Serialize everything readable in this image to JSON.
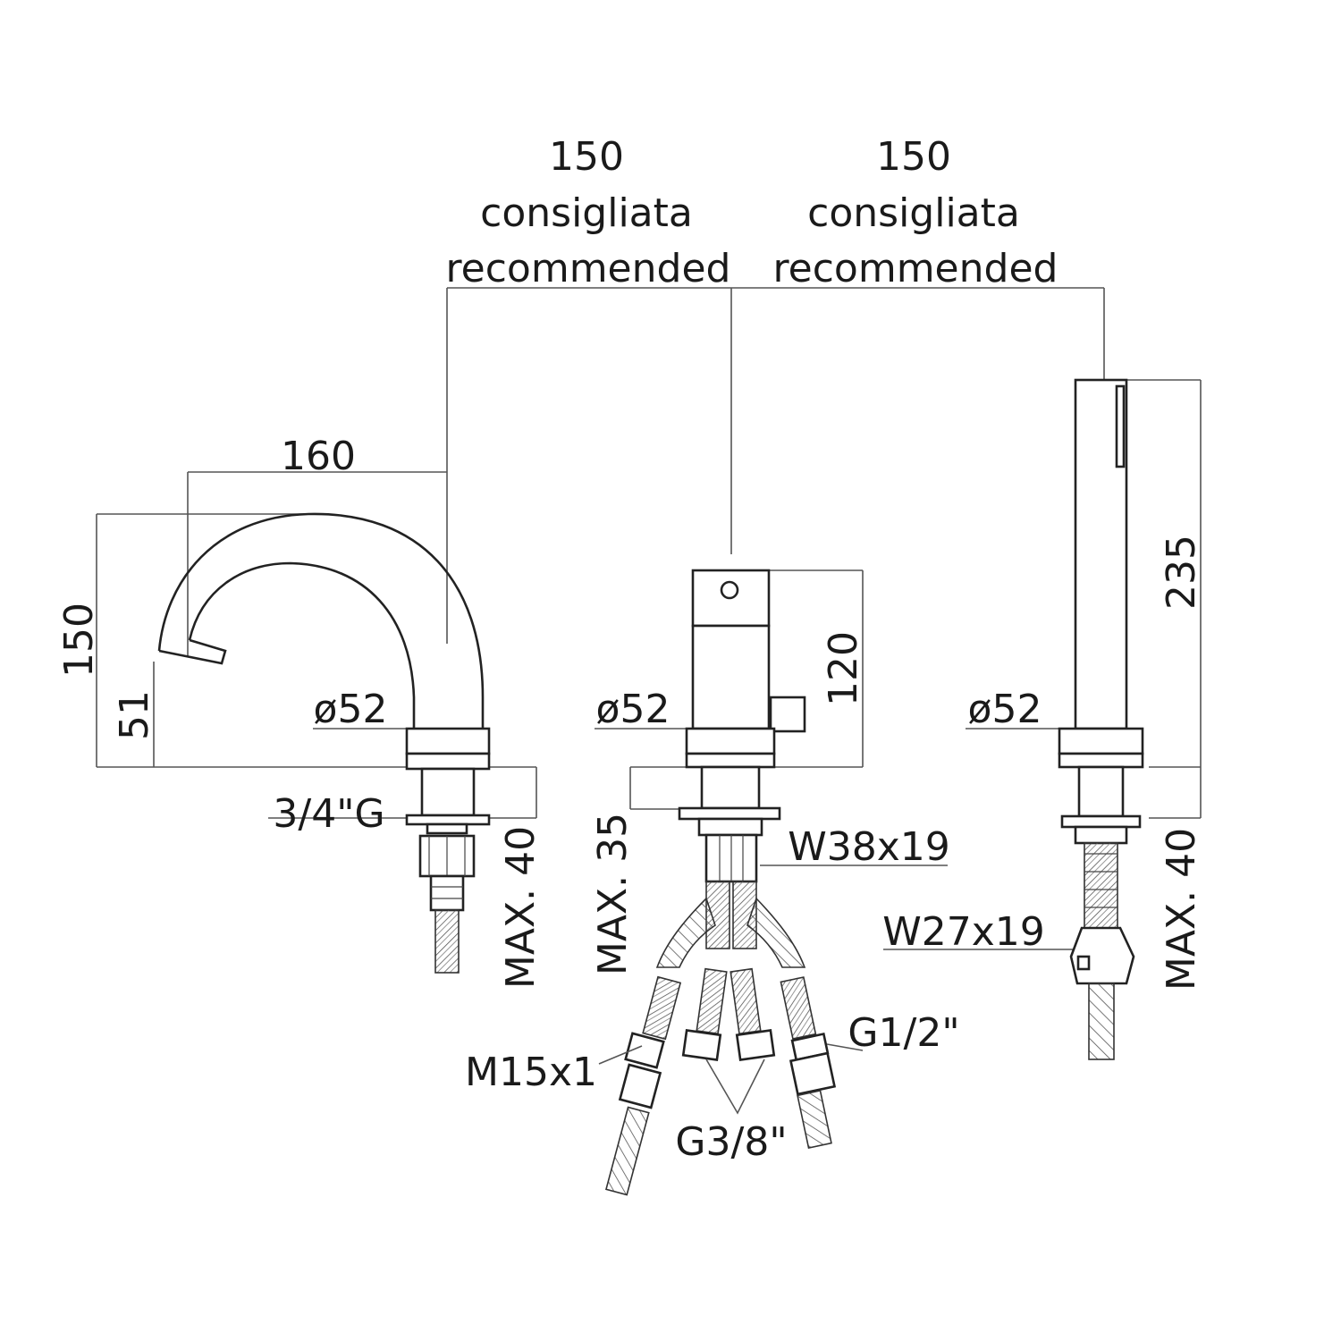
{
  "labels": {
    "top_left_value": "150",
    "top_left_it": "consigliata",
    "top_left_en": "recommended",
    "top_right_value": "150",
    "top_right_it": "consigliata",
    "top_right_en": "recommended",
    "spout_width": "160",
    "spout_height": "150",
    "spout_outlet_height": "51",
    "spout_diameter": "ø52",
    "spout_thread": "3/4\"G",
    "spout_max": "MAX. 40",
    "mixer_diameter": "ø52",
    "mixer_height": "120",
    "mixer_max": "MAX. 35",
    "mixer_nut": "W38x19",
    "hose_m15": "M15x1",
    "hose_g38": "G3/8\"",
    "hose_g12": "G1/2\"",
    "shower_diameter": "ø52",
    "shower_height": "235",
    "shower_nut": "W27x19",
    "shower_max": "MAX. 40"
  }
}
